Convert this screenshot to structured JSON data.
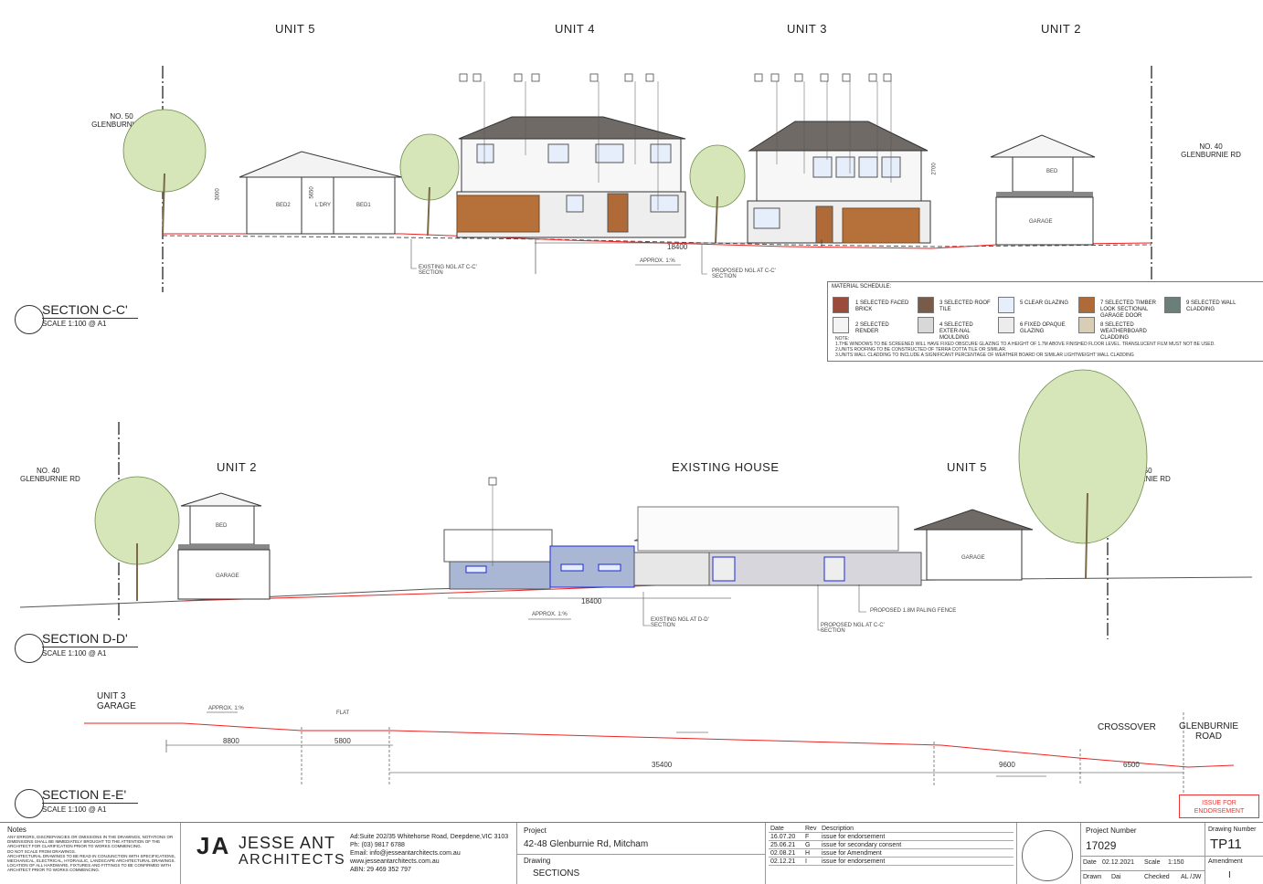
{
  "units_top": [
    "UNIT 5",
    "UNIT 4",
    "UNIT 3",
    "UNIT  2"
  ],
  "top_left_addr": {
    "line1": "NO. 50",
    "line2": "GLENBURNIE RD"
  },
  "top_right_addr": {
    "line1": "NO. 40",
    "line2": "GLENBURNIE RD"
  },
  "sec_cc": {
    "title": "SECTION C-C'",
    "scale": "SCALE 1:100 @ A1"
  },
  "sec_dd": {
    "title": "SECTION D-D'",
    "scale": "SCALE 1:100 @ A1"
  },
  "sec_ee": {
    "title": "SECTION E-E'",
    "scale": "SCALE 1:100 @ A1"
  },
  "top_labels": {
    "bed2": "BED2",
    "ldry": "L'DRY",
    "bed1": "BED1",
    "bed": "BED",
    "garage": "GARAGE",
    "existing_ngl": "EXISTING NGL AT C-C'",
    "section": "SECTION",
    "proposed_ngl": "PROPOSED NGL AT C-C'",
    "approx": "APPROX. 1:%",
    "dim_18400": "18400",
    "h3000": "3000",
    "h5650": "5650",
    "h2700": "2700"
  },
  "material_schedule": {
    "heading": "MATERIAL SCHEDULE:",
    "items": [
      {
        "n": "1",
        "label": "SELECTED FACED BRICK",
        "color": "#9c4a3c"
      },
      {
        "n": "2",
        "label": "SELECTED RENDER",
        "color": "#f4f4f4"
      },
      {
        "n": "3",
        "label": "SELECTED ROOF TILE",
        "color": "#7a5b49"
      },
      {
        "n": "4",
        "label": "SELECTED EXTER-NAL MOULDING",
        "color": "#d8d8d8"
      },
      {
        "n": "5",
        "label": "CLEAR GLAZING",
        "color": "#e6eefb"
      },
      {
        "n": "6",
        "label": "FIXED OPAQUE GLAZING",
        "color": "#ececec"
      },
      {
        "n": "7",
        "label": "SELECTED TIMBER LOOK SECTIONAL GARAGE DOOR",
        "color": "#b06a38"
      },
      {
        "n": "8",
        "label": "SELECTED WEATHERBOARD CLADDING",
        "color": "#d9cdb6"
      },
      {
        "n": "9",
        "label": "SELECTED WALL CLADDING",
        "color": "#6b7f7a"
      }
    ],
    "note_head": "NOTE:",
    "notes": [
      "1.THE WINDOWS TO BE SCREENED WILL HAVE FIXED OBSCURE GLAZING  TO A HEIGHT OF 1.7M ABOVE FINISHED FLOOR LEVEL. TRANSLUCENT FILM MUST NOT BE USED.",
      "2.UNITS ROOFING TO BE CONSTRUCTED OF TERRA COTTA TILE OR SIMILAR.",
      "3.UNITS WALL CLADDING TO INCLUDE A SIGNIFICANT PERCENTAGE OF WEATHER BOARD  OR SIMILAR LIGHTWEIGHT WALL CLADDING"
    ]
  },
  "dd": {
    "left_addr1": "NO. 40",
    "left_addr2": "GLENBURNIE RD",
    "unit2": "UNIT 2",
    "existing_house": "EXISTING HOUSE",
    "unit5": "UNIT 5",
    "right_addr1": "NO. 50",
    "right_addr2": "GLENBURNIE RD",
    "bed": "BED",
    "garage": "GARAGE",
    "garage2": "GARAGE",
    "dim": "18400",
    "existing_ngl": "EXISTING NGL AT D-D'",
    "section": "SECTION",
    "proposed_fence": "PROPOSED 1.8M PALING FENCE",
    "proposed_ngl": "PROPOSED NGL AT C-C'",
    "approx": "APPROX. 1:%"
  },
  "ee": {
    "unit3_1": "UNIT 3",
    "unit3_2": "GARAGE",
    "crossover": "CROSSOVER",
    "road1": "GLENBURNIE",
    "road2": "ROAD",
    "flat": "FLAT",
    "d8800": "8800",
    "d5800": "5800",
    "d35400": "35400",
    "d9600": "9600",
    "d6500": "6500",
    "approx": "APPROX. 1:%"
  },
  "stamp": {
    "l1": "ISSUE FOR",
    "l2": "ENDORSEMENT"
  },
  "title_block": {
    "notes_head": "Notes",
    "notes": [
      "ANY ERRORS, DISCREPANCIES OR OMISSIONS IN THE DRAWINGS, NOTATIONS OR DIMENSIONS SHALL BE IMMEDIATELY BROUGHT TO THE ATTENTION OF THE ARCHITECT FOR CLARIFICATION PRIOR TO WORKS COMMENCING.",
      "DO NOT SCALE FROM DRAWINGS.",
      "ARCHITECTURAL DRAWINGS TO BE READ IN CONJUNCTION WITH SPECIFICATIONS, MECHANICAL, ELECTRICAL, HYDRAULIC, LANDSCAPE ARCHITECTURAL DRAWINGS.",
      "LOCATION OF ALL HARDWARE, FIXTURES AND FITTINGS TO BE CONFIRMED WITH ARCHITECT PRIOR TO WORKS COMMENCING."
    ],
    "logo_mark": "JA",
    "logo_l1": "JESSE ANT",
    "logo_l2": "ARCHITECTS",
    "address": "Ad:Suite 202/35 Whitehorse Road, Deepdene,VIC 3103",
    "phone": "Ph: (03) 9817 6788",
    "email": "Email: info@jesseantarchitects.com.au",
    "web": "www.jesseantarchitects.com.au",
    "abn": "ABN:  29 469 352 797",
    "project_label": "Project",
    "project": "42-48 Glenburnie Rd, Mitcham",
    "drawing_label": "Drawing",
    "drawing": "SECTIONS",
    "rev_head": {
      "date": "Date",
      "rev": "Rev",
      "desc": "Description"
    },
    "revisions": [
      {
        "date": "16.07.20",
        "rev": "F",
        "desc": "issue for endorsement"
      },
      {
        "date": "25.06.21",
        "rev": "G",
        "desc": "issue for secondary consent"
      },
      {
        "date": "02.08.21",
        "rev": "H",
        "desc": "issue for Amendment"
      },
      {
        "date": "02.12.21",
        "rev": "I",
        "desc": "issue for endorsement"
      }
    ],
    "project_number_label": "Project Number",
    "project_number": "17029",
    "date_label": "Date",
    "date": "02.12.2021",
    "scale_label": "Scale",
    "scale": "1:150",
    "drawn_label": "Drawn",
    "drawn": "Dai",
    "checked_label": "Checked",
    "checked": "AL /JW",
    "drawing_number_label": "Drawing Number",
    "drawing_number": "TP11",
    "amendment_label": "Amendment",
    "amendment": "I"
  }
}
